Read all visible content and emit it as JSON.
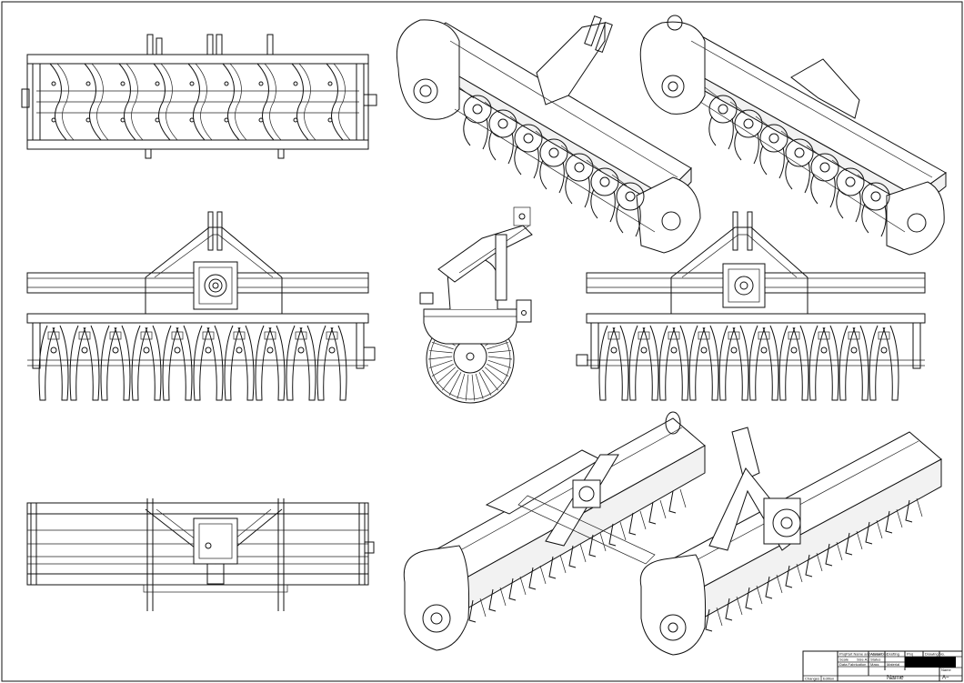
{
  "title_block": {
    "labels": [
      "Proj",
      "Part Name and Variant",
      "Assembler",
      "Drafting",
      "Proj",
      "Drawing No.",
      "Scale",
      "Size A3",
      "Status",
      "Data Fabrication",
      "Mass",
      "Material",
      "Changes",
      "Edition",
      "Name"
    ],
    "name": "Name",
    "sheet_size": "A~"
  },
  "colors": {
    "line": "#111111",
    "paper": "#ffffff",
    "redaction": "#000000"
  }
}
